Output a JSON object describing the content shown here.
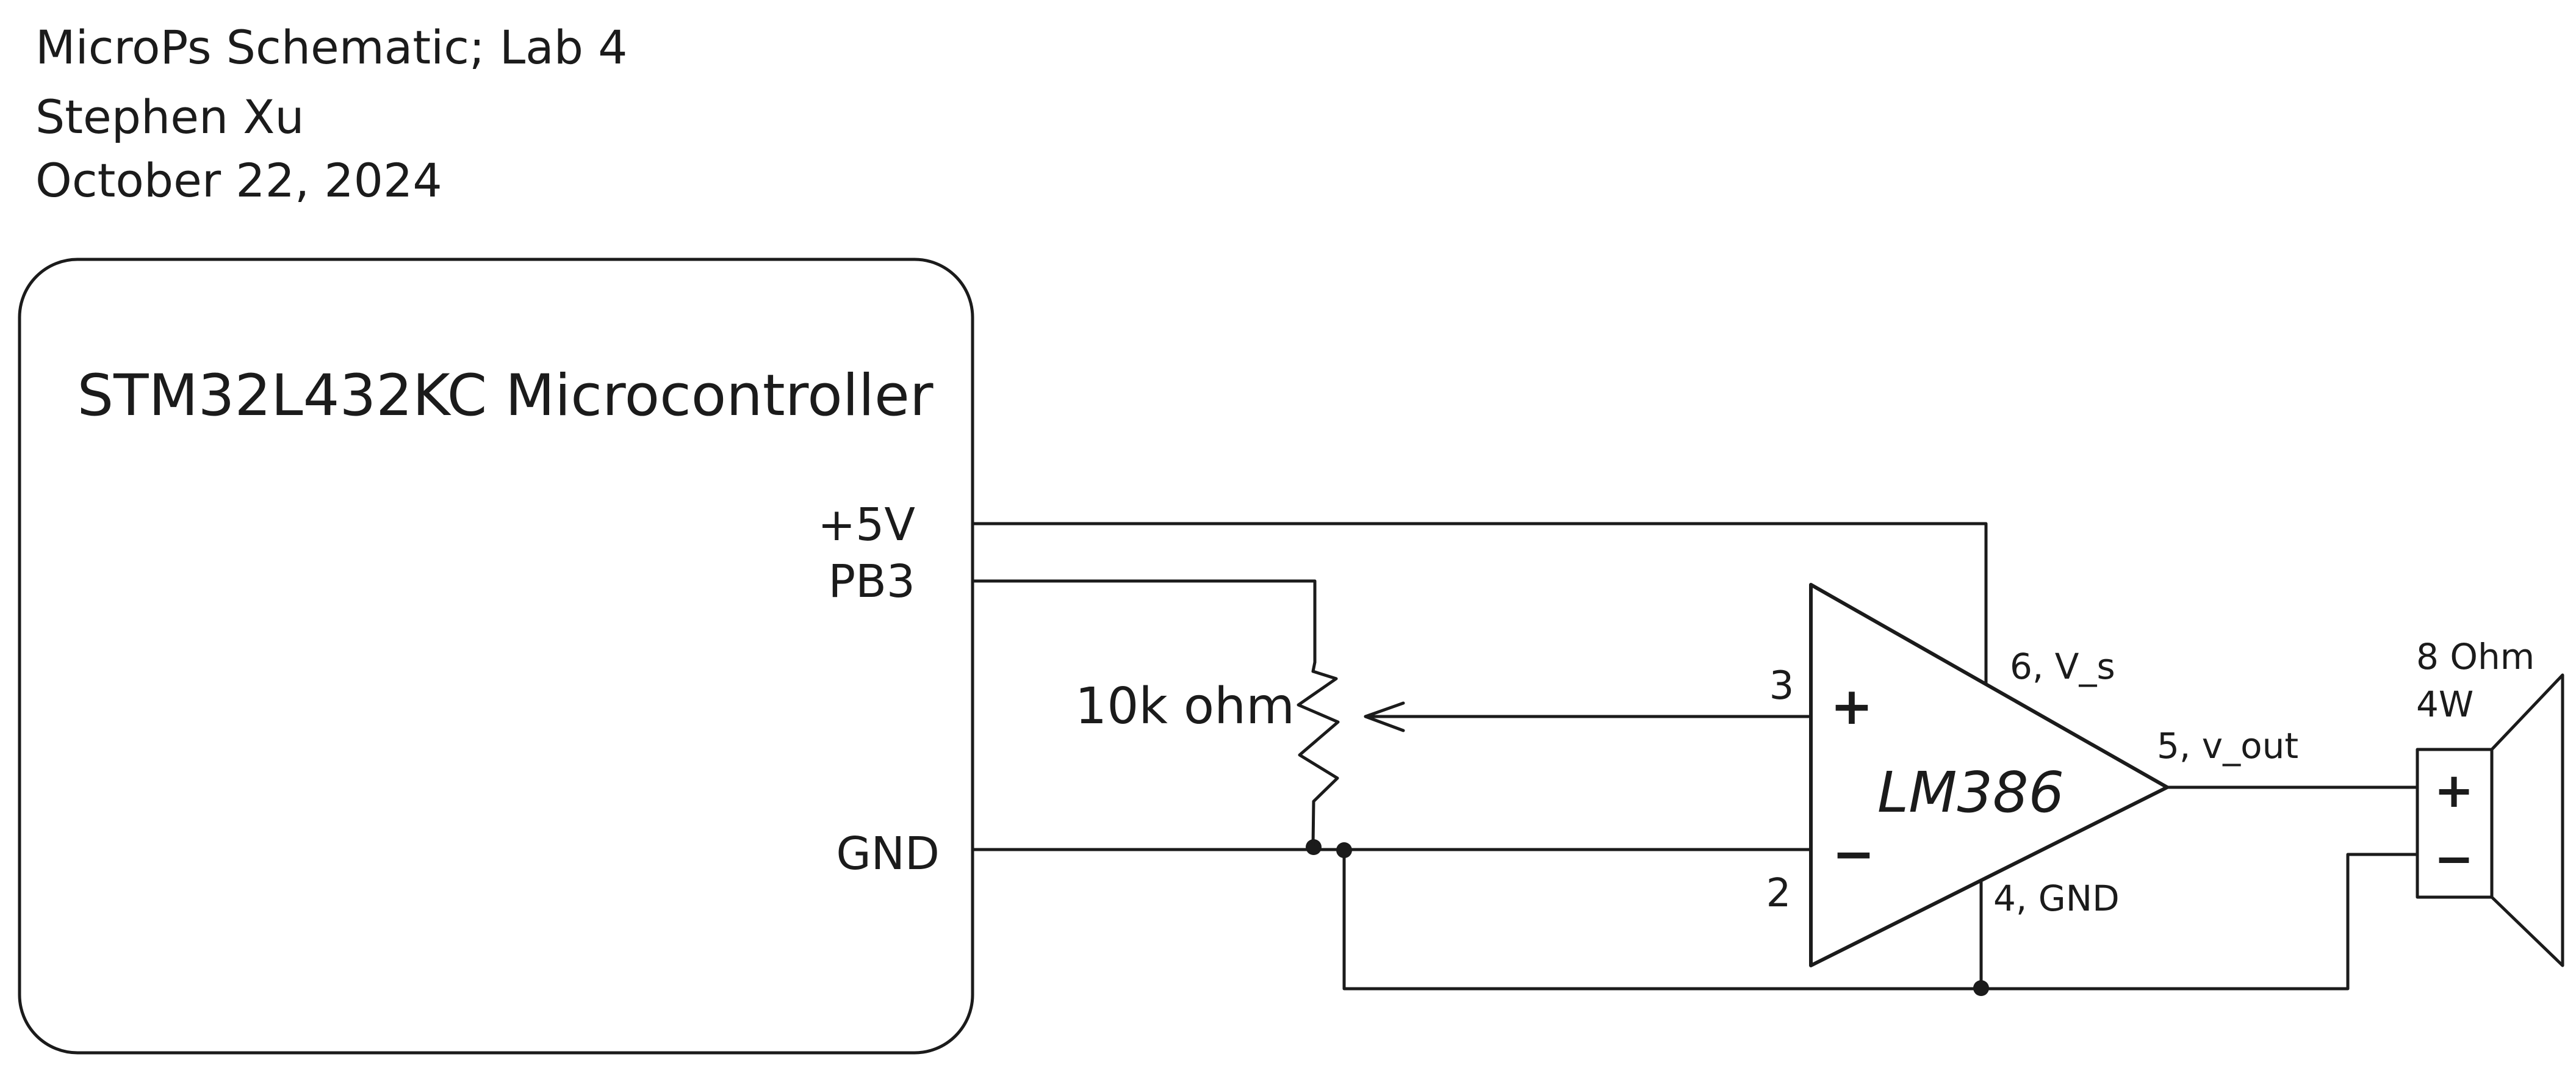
{
  "title_block": {
    "line1": "MicroPs Schematic; Lab 4",
    "line2": "Stephen Xu",
    "line3": "October 22, 2024"
  },
  "microcontroller": {
    "name": "STM32L432KC Microcontroller",
    "pin_5v": "+5V",
    "pin_pb3": "PB3",
    "pin_gnd": "GND"
  },
  "potentiometer": {
    "value": "10k ohm"
  },
  "amplifier": {
    "name": "LM386",
    "pin3_num": "3",
    "pin3_sign": "+",
    "pin2_num": "2",
    "pin2_sign": "−",
    "pin6_label": "6, V_s",
    "pin5_label": "5, v_out",
    "pin4_label": "4, GND"
  },
  "speaker": {
    "impedance": "8 Ohm",
    "power": "4W",
    "plus": "+",
    "minus": "−"
  },
  "colors": {
    "ink": "#1b1b1b",
    "background": "#ffffff"
  }
}
